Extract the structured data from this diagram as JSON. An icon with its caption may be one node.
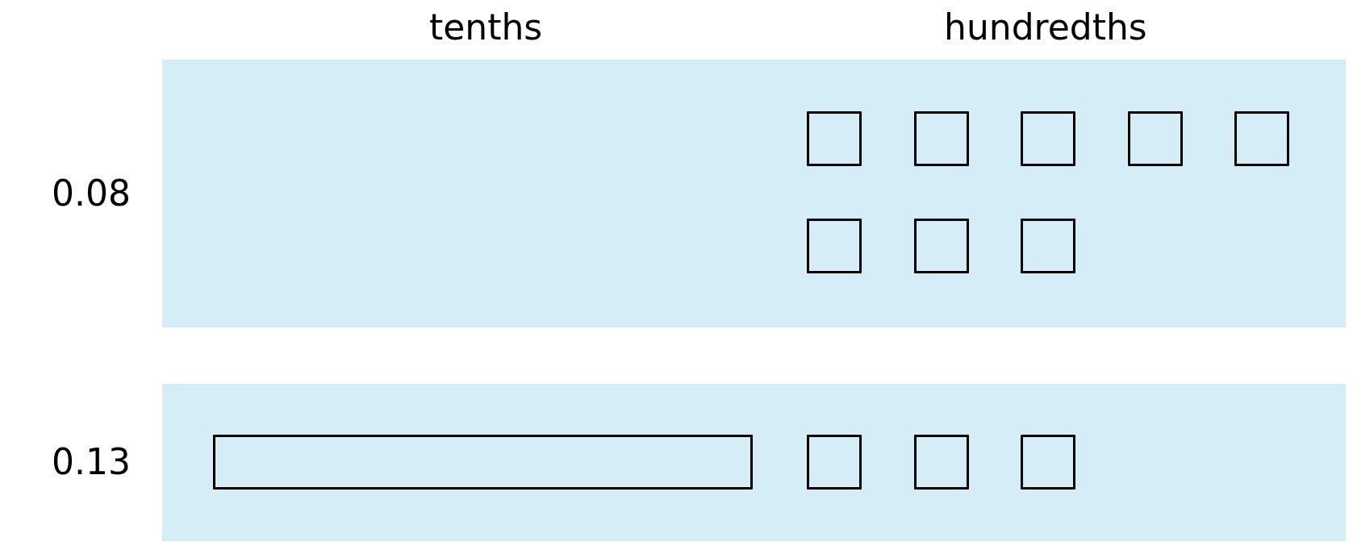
{
  "diagram": {
    "nodes": [
      {
        "text": [
          "0.08"
        ]
      },
      {
        "text": [],
        "shape": "box",
        "in": 0
      },
      {
        "text": [],
        "shape": "box",
        "in": 0
      },
      {
        "text": [],
        "shape": "box",
        "in": 0
      },
      {
        "text": [],
        "shape": "box",
        "in": 0
      },
      {
        "text": [],
        "shape": "box",
        "in": 0
      },
      {
        "text": [],
        "shape": "box",
        "in": 0
      },
      {
        "text": [],
        "shape": "box",
        "in": 0
      },
      {
        "text": [],
        "shape": "box",
        "in": 0
      },
      {
        "text": [
          "0.13"
        ]
      },
      {
        "text": [],
        "shape": "bar",
        "in": 9
      },
      {
        "text": [],
        "shape": "box",
        "in": 9
      },
      {
        "text": [],
        "shape": "box",
        "in": 9
      },
      {
        "text": [],
        "shape": "box",
        "in": 9
      }
    ],
    "labels": [
      "tenths",
      "hundredths"
    ]
  }
}
